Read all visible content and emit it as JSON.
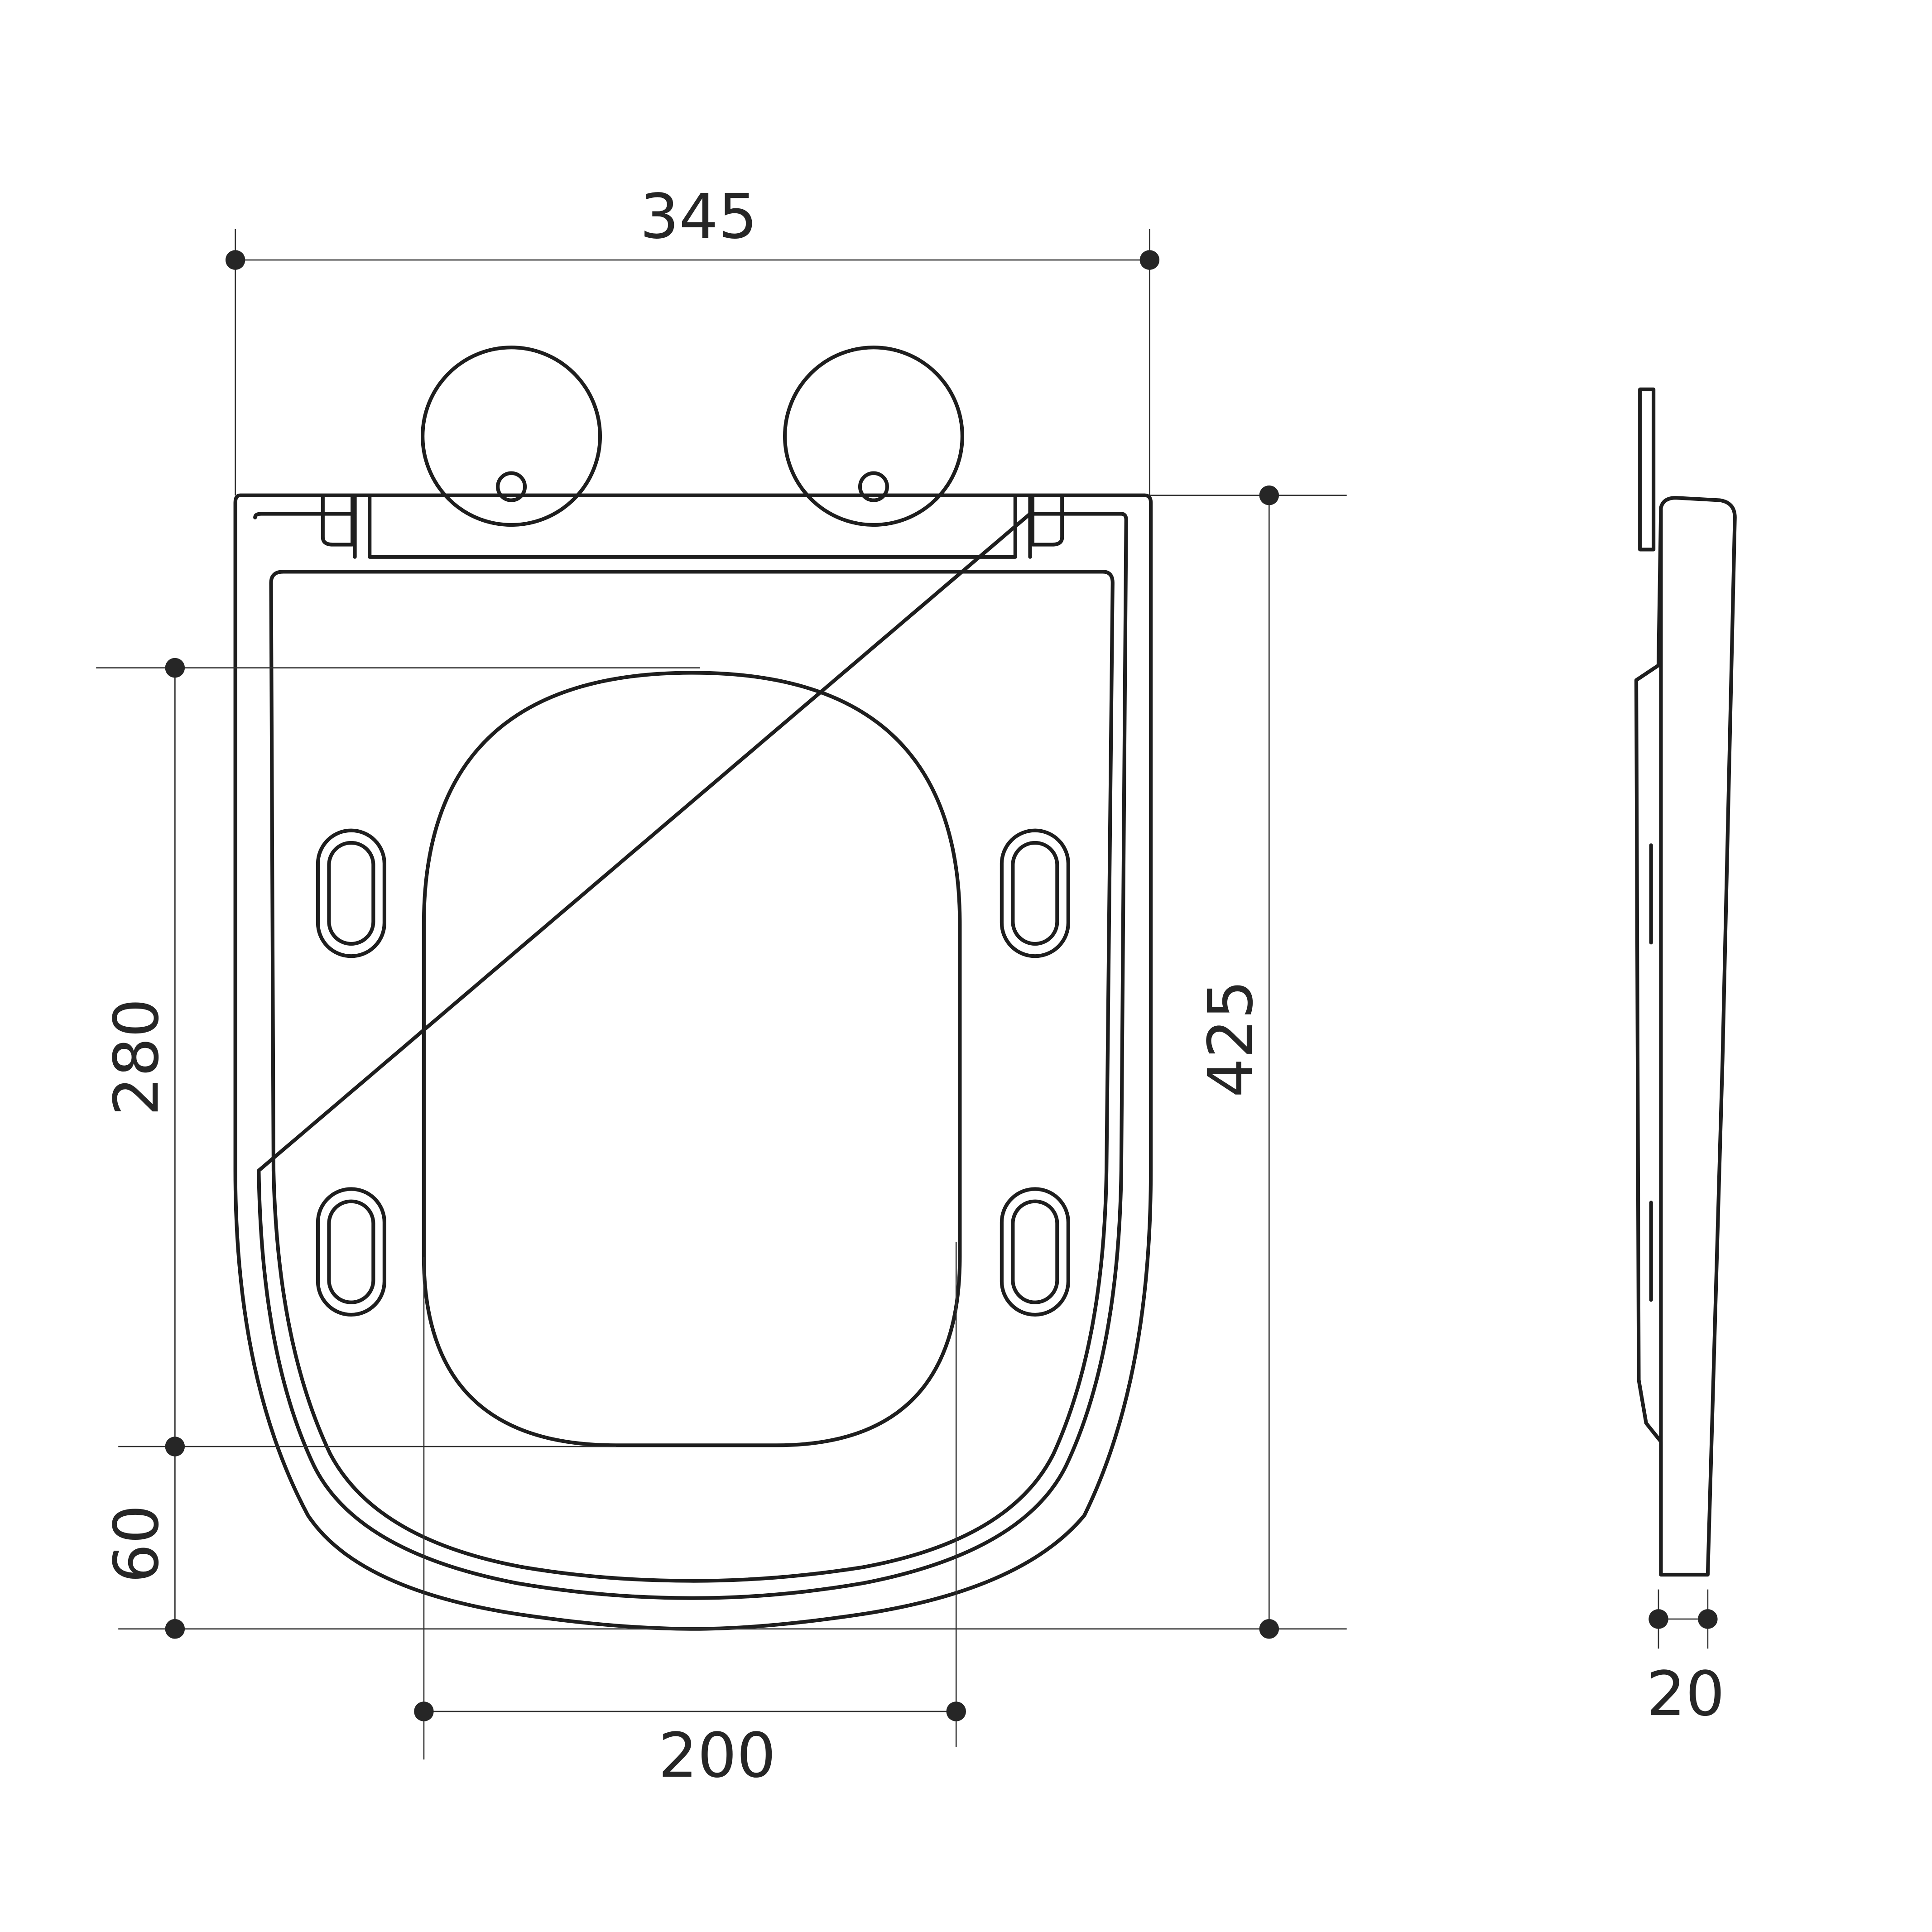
{
  "dimensions": {
    "width_total": "345",
    "height_total": "425",
    "opening_length": "280",
    "front_margin": "60",
    "opening_width": "200",
    "thickness": "20"
  },
  "colors": {
    "line": "#1e1e1e",
    "background": "#ffffff"
  }
}
